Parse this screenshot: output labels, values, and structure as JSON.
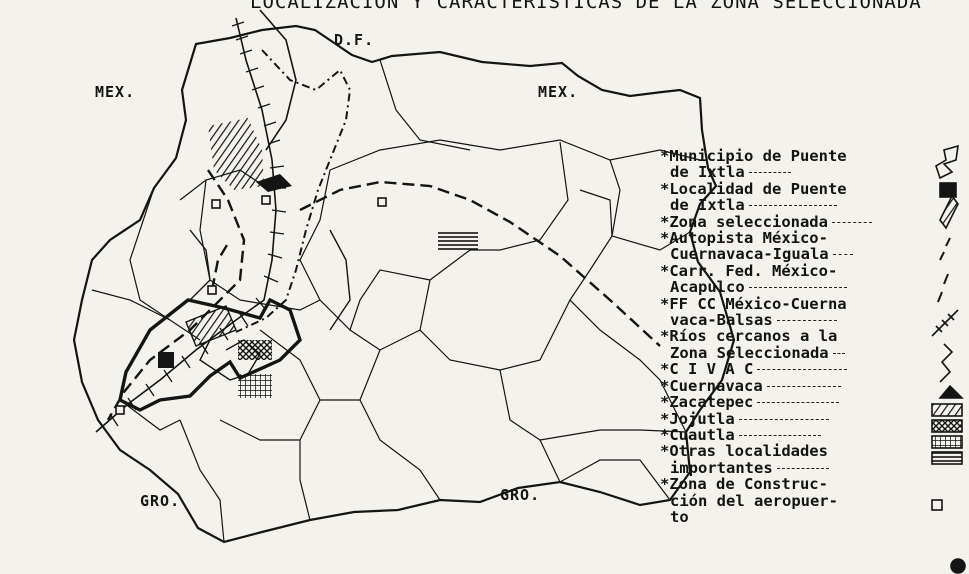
{
  "map": {
    "title_fragment": "LOCALIZACIÓN Y CARACTERÍSTICAS DE LA ZONA SELECCIONADA",
    "region_labels": {
      "df": "D.F.",
      "mex_west": "MEX.",
      "mex_east": "MEX.",
      "gro_west": "GRO.",
      "gro_east": "GRO."
    }
  },
  "legend": {
    "items": [
      {
        "lines": [
          "*Municipio de Puente",
          "de Ixtla"
        ],
        "symbol": "municipio-outline-icon"
      },
      {
        "lines": [
          "*Localidad de Puente",
          "de Ixtla"
        ],
        "symbol": "black-square-icon"
      },
      {
        "lines": [
          "*Zona seleccionada"
        ],
        "symbol": "selected-zone-hatch-icon"
      },
      {
        "lines": [
          "*Autopista México-",
          "Cuernavaca-Iguala"
        ],
        "symbol": "highway-dash-icon"
      },
      {
        "lines": [
          "*Carr. Fed. México-",
          "Acapulco"
        ],
        "symbol": "federal-road-dash-icon"
      },
      {
        "lines": [
          "*FF CC México-Cuerna",
          "vaca-Balsas"
        ],
        "symbol": "railway-icon"
      },
      {
        "lines": [
          "*Ríos cercanos a la",
          "Zona Seleccionada"
        ],
        "symbol": "river-icon"
      },
      {
        "lines": [
          "*C I V A C"
        ],
        "symbol": "civac-triangle-icon"
      },
      {
        "lines": [
          "*Cuernavaca"
        ],
        "symbol": "cuernavaca-hatch-icon"
      },
      {
        "lines": [
          "*Zacatepec"
        ],
        "symbol": "zacatepec-crosshatch-icon"
      },
      {
        "lines": [
          "*Jojutla"
        ],
        "symbol": "jojutla-grid-icon"
      },
      {
        "lines": [
          "*Cuautla"
        ],
        "symbol": "cuautla-lines-icon"
      },
      {
        "lines": [
          "*Otras localidades",
          "importantes"
        ],
        "symbol": "small-square-icon"
      },
      {
        "lines": [
          "*Zona de Construc-",
          "ción del aeropuer-",
          "to"
        ],
        "symbol": "airport-dot-icon"
      }
    ]
  },
  "colors": {
    "ink": "#141414",
    "paper": "#f4f2ec"
  }
}
